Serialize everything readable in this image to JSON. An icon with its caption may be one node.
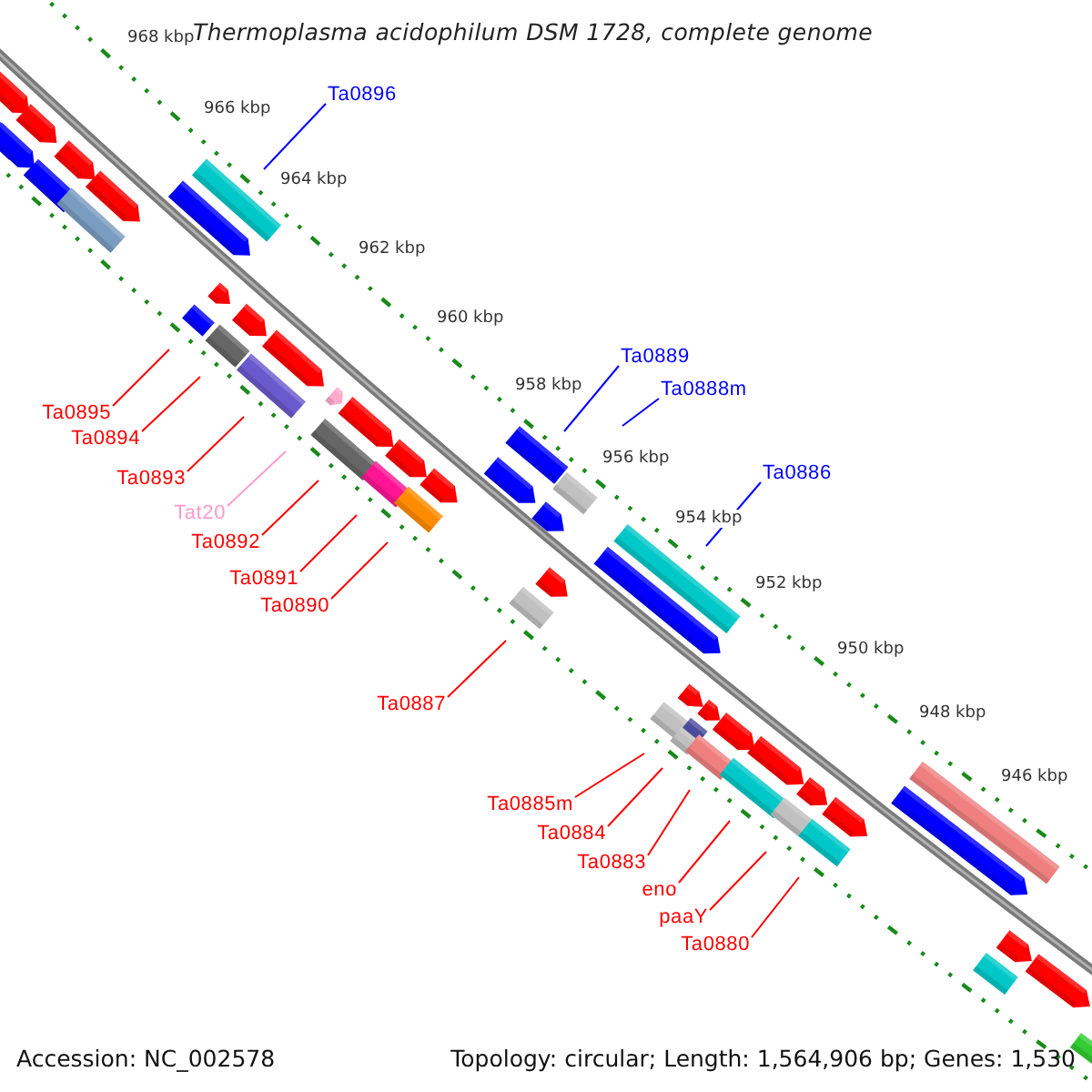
{
  "diagram": {
    "title": "Thermoplasma acidophilum DSM 1728, complete genome",
    "nodes": [
      {
        "text": [
          "Ta0896"
        ]
      },
      {
        "text": [
          "Ta0889"
        ]
      },
      {
        "text": [
          "Ta0888m"
        ]
      },
      {
        "text": [
          "Ta0895"
        ]
      },
      {
        "text": [
          "Ta0894"
        ]
      },
      {
        "text": [
          "Ta0886"
        ]
      },
      {
        "text": [
          "Ta0893"
        ]
      },
      {
        "text": [
          "Tat20"
        ]
      },
      {
        "text": [
          "Ta0892"
        ]
      },
      {
        "text": [
          "Ta0891"
        ]
      },
      {
        "text": [
          "Ta0890"
        ]
      },
      {
        "text": [
          "Ta0887"
        ]
      },
      {
        "text": [
          "Ta0885m"
        ]
      },
      {
        "text": [
          "Ta0884"
        ]
      },
      {
        "text": [
          "Ta0883"
        ]
      },
      {
        "text": [
          "eno"
        ]
      },
      {
        "text": [
          "paaY"
        ]
      },
      {
        "text": [
          "Ta0880"
        ]
      }
    ],
    "edges": [
      {
        "from": 0,
        "to": null,
        "arrow": "none",
        "color": "#0000ff"
      },
      {
        "from": 1,
        "to": null,
        "arrow": "none",
        "color": "#0000ff"
      },
      {
        "from": 2,
        "to": null,
        "arrow": "none",
        "color": "#0000ff"
      },
      {
        "from": 3,
        "to": null,
        "arrow": "none"
      },
      {
        "from": 4,
        "to": null,
        "arrow": "none"
      },
      {
        "from": 5,
        "to": null,
        "arrow": "none",
        "color": "#0000ff"
      },
      {
        "from": 6,
        "to": null,
        "arrow": "none"
      },
      {
        "from": 7,
        "to": null,
        "arrow": "none",
        "color": "#ff99cc"
      },
      {
        "from": 8,
        "to": null,
        "arrow": "none"
      },
      {
        "from": 9,
        "to": null,
        "arrow": "none"
      },
      {
        "from": 10,
        "to": null,
        "arrow": "none"
      },
      {
        "from": 11,
        "to": null,
        "arrow": "none"
      },
      {
        "from": 12,
        "to": null,
        "arrow": "none"
      },
      {
        "from": 13,
        "to": null,
        "arrow": "none"
      },
      {
        "from": 14,
        "to": null,
        "arrow": "none"
      },
      {
        "from": 15,
        "to": null,
        "arrow": "none"
      },
      {
        "from": 16,
        "to": null,
        "arrow": "none"
      },
      {
        "from": 17,
        "to": null,
        "arrow": "none"
      }
    ],
    "labels": [
      "968 kbp",
      "966 kbp",
      "964 kbp",
      "962 kbp",
      "960 kbp",
      "958 kbp",
      "956 kbp",
      "954 kbp",
      "952 kbp",
      "950 kbp",
      "948 kbp",
      "946 kbp",
      "Accession: NC_002578",
      "Topology: circular; Length: 1,564,906 bp; Genes: 1,530"
    ]
  }
}
